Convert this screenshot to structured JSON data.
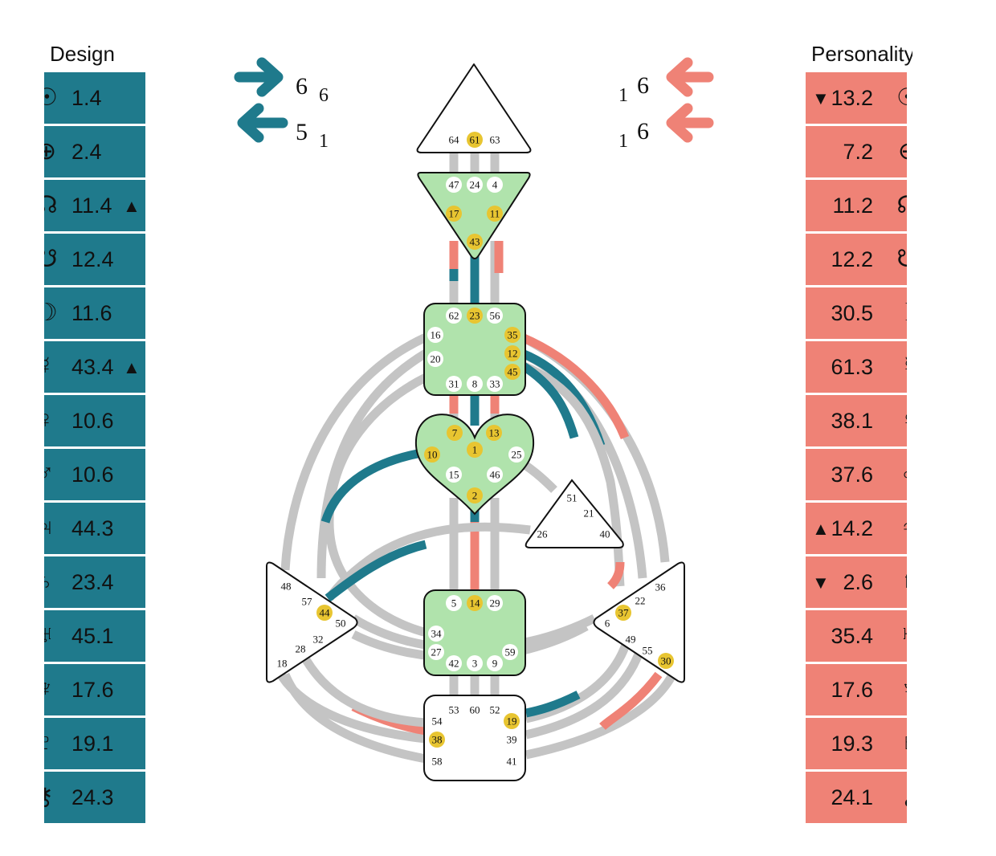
{
  "design": {
    "title": "Design",
    "rows": [
      {
        "value": "1.4",
        "symbol": "☉",
        "arrow": ""
      },
      {
        "value": "2.4",
        "symbol": "⊕",
        "arrow": ""
      },
      {
        "value": "11.4",
        "symbol": "☊",
        "arrow": "▲"
      },
      {
        "value": "12.4",
        "symbol": "☋",
        "arrow": ""
      },
      {
        "value": "11.6",
        "symbol": "☽",
        "arrow": ""
      },
      {
        "value": "43.4",
        "symbol": "☿",
        "arrow": "▲"
      },
      {
        "value": "10.6",
        "symbol": "♀",
        "arrow": ""
      },
      {
        "value": "10.6",
        "symbol": "♂",
        "arrow": ""
      },
      {
        "value": "44.3",
        "symbol": "♃",
        "arrow": ""
      },
      {
        "value": "23.4",
        "symbol": "♄",
        "arrow": ""
      },
      {
        "value": "45.1",
        "symbol": "♅",
        "arrow": ""
      },
      {
        "value": "17.6",
        "symbol": "♆",
        "arrow": ""
      },
      {
        "value": "19.1",
        "symbol": "♇",
        "arrow": ""
      },
      {
        "value": "24.3",
        "symbol": "⚷",
        "arrow": ""
      }
    ]
  },
  "personality": {
    "title": "Personality",
    "rows": [
      {
        "value": "13.2",
        "symbol": "☉",
        "arrow": "▼"
      },
      {
        "value": "7.2",
        "symbol": "⊕",
        "arrow": ""
      },
      {
        "value": "11.2",
        "symbol": "☊",
        "arrow": ""
      },
      {
        "value": "12.2",
        "symbol": "☋",
        "arrow": ""
      },
      {
        "value": "30.5",
        "symbol": "☽",
        "arrow": ""
      },
      {
        "value": "61.3",
        "symbol": "☿",
        "arrow": ""
      },
      {
        "value": "38.1",
        "symbol": "♀",
        "arrow": ""
      },
      {
        "value": "37.6",
        "symbol": "♂",
        "arrow": ""
      },
      {
        "value": "14.2",
        "symbol": "♃",
        "arrow": "▲"
      },
      {
        "value": "2.6",
        "symbol": "♄",
        "arrow": "▼"
      },
      {
        "value": "35.4",
        "symbol": "♅",
        "arrow": ""
      },
      {
        "value": "17.6",
        "symbol": "♆",
        "arrow": ""
      },
      {
        "value": "19.3",
        "symbol": "♇",
        "arrow": ""
      },
      {
        "value": "24.1",
        "symbol": "⚷",
        "arrow": ""
      }
    ]
  },
  "variables": {
    "design_top": {
      "big": "6",
      "small": "6"
    },
    "design_bottom": {
      "big": "5",
      "small": "1"
    },
    "pers_top": {
      "small": "1",
      "big": "6"
    },
    "pers_bottom": {
      "small": "1",
      "big": "6"
    }
  },
  "colors": {
    "design": "#1f7a8c",
    "personality": "#ef8276",
    "inactive_channel": "#c4c4c4",
    "defined_center": "#b0e3ac",
    "active_gate": "#e8c531"
  },
  "centers": [
    {
      "name": "head",
      "defined": false,
      "gates": [
        "64",
        "61",
        "63"
      ]
    },
    {
      "name": "ajna",
      "defined": true,
      "gates": [
        "47",
        "24",
        "4",
        "17",
        "11",
        "43"
      ]
    },
    {
      "name": "throat",
      "defined": true,
      "gates": [
        "62",
        "23",
        "56",
        "16",
        "35",
        "12",
        "20",
        "45",
        "31",
        "8",
        "33"
      ]
    },
    {
      "name": "heart",
      "defined": true,
      "gates": [
        "7",
        "13",
        "1",
        "10",
        "25",
        "15",
        "46",
        "2"
      ]
    },
    {
      "name": "ego",
      "defined": false,
      "gates": [
        "51",
        "21",
        "26",
        "40"
      ]
    },
    {
      "name": "spleen",
      "defined": false,
      "gates": [
        "48",
        "57",
        "44",
        "50",
        "32",
        "28",
        "18"
      ]
    },
    {
      "name": "solar-plexus",
      "defined": false,
      "gates": [
        "36",
        "22",
        "37",
        "6",
        "49",
        "55",
        "30"
      ]
    },
    {
      "name": "sacral",
      "defined": true,
      "gates": [
        "5",
        "14",
        "29",
        "34",
        "27",
        "59",
        "42",
        "3",
        "9"
      ]
    },
    {
      "name": "root",
      "defined": false,
      "gates": [
        "53",
        "60",
        "52",
        "54",
        "19",
        "38",
        "39",
        "58",
        "41"
      ]
    }
  ],
  "active_gates": [
    "61",
    "17",
    "11",
    "43",
    "23",
    "35",
    "12",
    "45",
    "7",
    "13",
    "1",
    "10",
    "2",
    "44",
    "37",
    "30",
    "14",
    "19",
    "38"
  ]
}
